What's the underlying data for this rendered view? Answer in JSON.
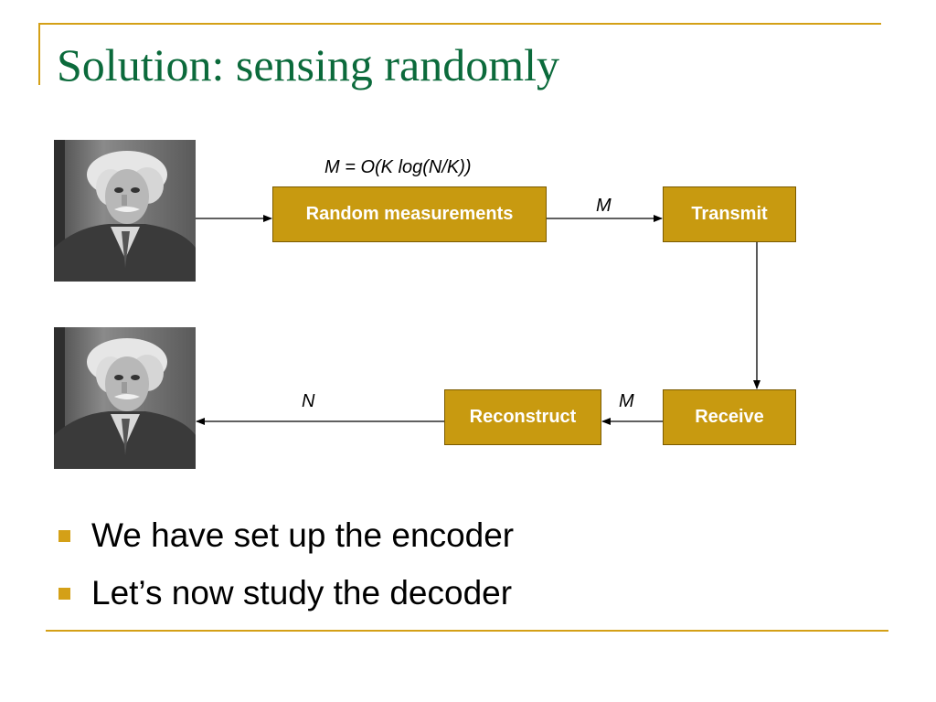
{
  "title": "Solution: sensing randomly",
  "diagram": {
    "formula_label": "M = O(K log(N/K))",
    "boxes": {
      "random_measurements": "Random measurements",
      "transmit": "Transmit",
      "receive": "Receive",
      "reconstruct": "Reconstruct"
    },
    "edge_labels": {
      "measurements_to_transmit": "M",
      "receive_to_reconstruct": "M",
      "reconstruct_to_output": "N"
    },
    "box_color": "#c89a10"
  },
  "bullets": [
    "We have set up the encoder",
    "Let’s now study the decoder"
  ],
  "colors": {
    "title": "#0b6a3b",
    "accent": "#d4a017"
  }
}
